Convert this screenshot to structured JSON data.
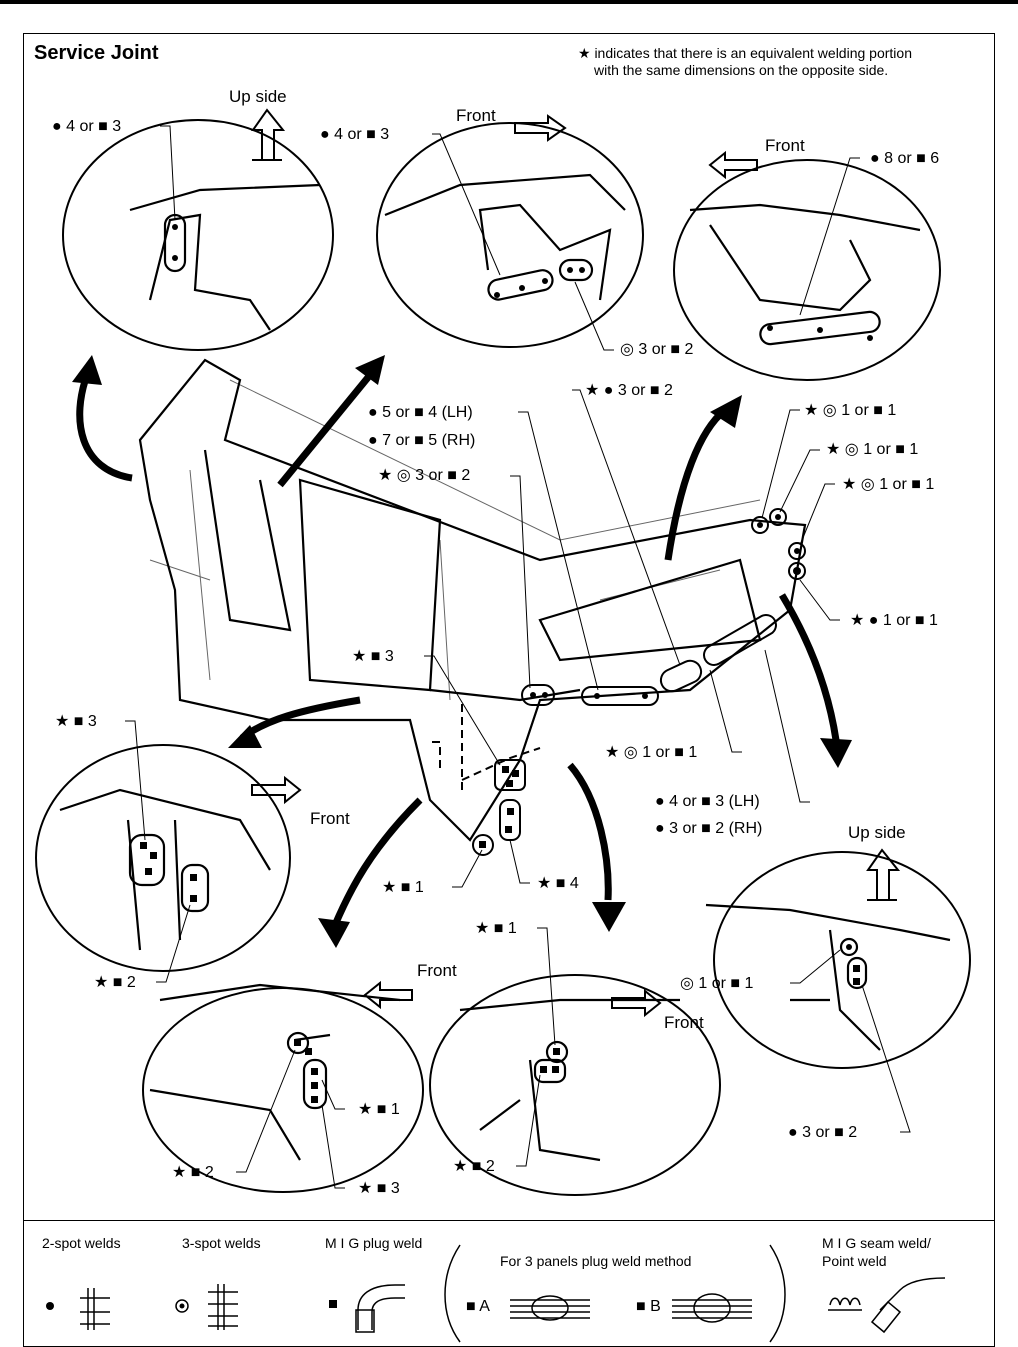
{
  "title": "Service Joint",
  "note": {
    "line1": "★ indicates that there is an equivalent welding portion",
    "line2": "with the same dimensions on the opposite side."
  },
  "callouts": {
    "c1": "● 4 or ■ 3",
    "c2": "Up side",
    "c3": "● 4 or ■ 3",
    "c4": "Front",
    "c5": "Front",
    "c6": "● 8 or ■ 6",
    "c7": "◎ 3 or ■ 2",
    "c8": "★ ● 3 or ■ 2",
    "c9": "● 5 or ■ 4 (LH)",
    "c10": "● 7 or ■ 5 (RH)",
    "c11": "★ ◎ 1 or ■ 1",
    "c12": "★ ◎ 1 or ■ 1",
    "c13": "★ ◎ 3 or ■ 2",
    "c14": "★ ◎ 1 or ■ 1",
    "c15": "★ ● 1 or ■ 1",
    "c16": "★ ■ 3",
    "c17": "★ ■ 3",
    "c18": "★ ◎ 1 or ■ 1",
    "c19": "Front",
    "c20": "● 4 or ■ 3 (LH)",
    "c21": "● 3 or ■ 2 (RH)",
    "c22": "Up side",
    "c23": "★ ■ 1",
    "c24": "★ ■ 4",
    "c25": "★ ■ 1",
    "c26": "★ ■ 2",
    "c27": "Front",
    "c28": "Front",
    "c29": "◎ 1 or ■ 1",
    "c30": "★ ■ 1",
    "c31": "★ ■ 2",
    "c32": "★ ■ 3",
    "c33": "★ ■ 2",
    "c34": "● 3 or ■ 2"
  },
  "legend": {
    "two_spot": "2-spot welds",
    "three_spot": "3-spot welds",
    "mig_plug": "M I G plug weld",
    "three_panels": "For 3 panels plug weld method",
    "method_a": "■ A",
    "method_b": "■ B",
    "mig_seam_1": "M I G seam weld/",
    "mig_seam_2": "Point weld",
    "sym_dot": "●",
    "sym_circle_dot": "◎",
    "sym_square": "■"
  }
}
